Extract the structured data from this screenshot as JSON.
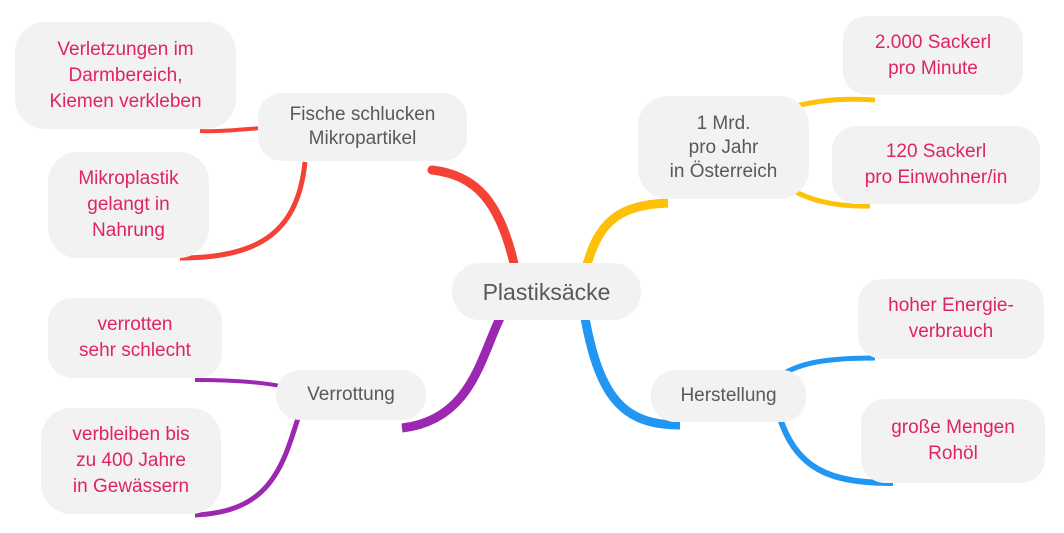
{
  "root": {
    "label": "Plastiksäcke"
  },
  "branches": [
    {
      "id": "fische",
      "label": "Fische schlucken\nMikropartikel",
      "color": "#f44336",
      "children": [
        {
          "label": "Verletzungen im\nDarmbereich,\nKiemen verkleben"
        },
        {
          "label": "Mikroplastik\ngelangt in\nNahrung"
        }
      ]
    },
    {
      "id": "verrottung",
      "label": "Verrottung",
      "color": "#9c27b0",
      "children": [
        {
          "label": "verrotten\nsehr schlecht"
        },
        {
          "label": "verbleiben bis\nzu 400 Jahre\nin Gewässern"
        }
      ]
    },
    {
      "id": "mrd",
      "label": "1 Mrd.\npro Jahr\nin Österreich",
      "color": "#ffc107",
      "children": [
        {
          "label": "2.000 Sackerl\npro Minute"
        },
        {
          "label": "120 Sackerl\npro Einwohner/in"
        }
      ]
    },
    {
      "id": "herstellung",
      "label": "Herstellung",
      "color": "#2196f3",
      "children": [
        {
          "label": "hoher Energie-\nverbrauch"
        },
        {
          "label": "große Mengen\nRohöl"
        }
      ]
    }
  ]
}
